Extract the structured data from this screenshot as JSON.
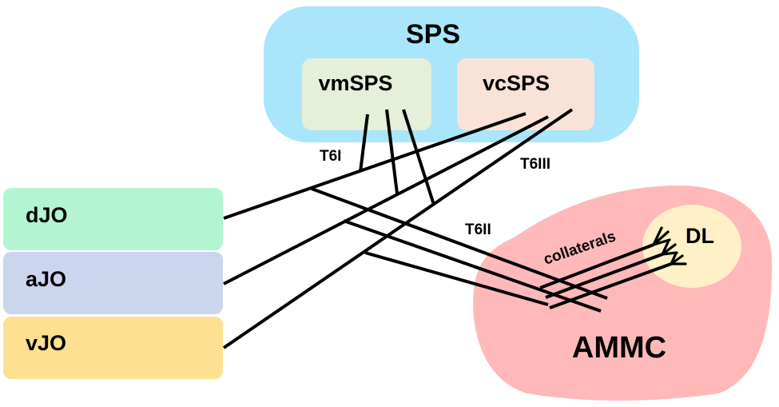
{
  "regions": {
    "sps": "SPS",
    "vmsps": "vmSPS",
    "vcsps": "vcSPS",
    "ammc": "AMMC",
    "dl": "DL"
  },
  "jo": {
    "djo": "dJO",
    "ajo": "aJO",
    "vjo": "vJO"
  },
  "tracts": {
    "t6i": "T6I",
    "t6ii": "T6II",
    "t6iii": "T6III",
    "collaterals": "collaterals"
  },
  "colors": {
    "sps": "#a9e6fb",
    "vmsps": "#e5efd9",
    "vcsps": "#fae3d6",
    "ammc": "#ffb9b9",
    "dl": "#fff0c7",
    "djo": "#b3f5d3",
    "ajo": "#cbd5ed",
    "vjo": "#fde191"
  }
}
